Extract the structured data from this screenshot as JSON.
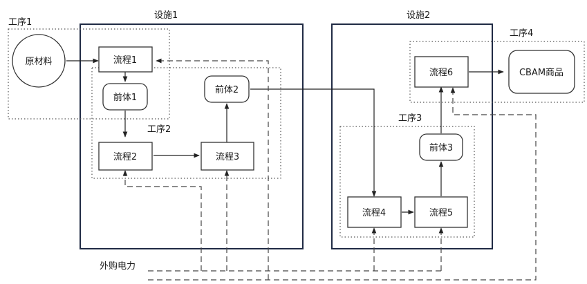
{
  "labels": {
    "process1": "工序1",
    "process2": "工序2",
    "process3": "工序3",
    "process4": "工序4",
    "facility1": "设施1",
    "facility2": "设施2",
    "purchased_power": "外购电力"
  },
  "nodes": {
    "raw_material": "原材料",
    "flow1": "流程1",
    "precursor1": "前体1",
    "flow2": "流程2",
    "flow3": "流程3",
    "precursor2": "前体2",
    "flow4": "流程4",
    "flow5": "流程5",
    "precursor3": "前体3",
    "flow6": "流程6",
    "cbam_goods": "CBAM商品"
  }
}
